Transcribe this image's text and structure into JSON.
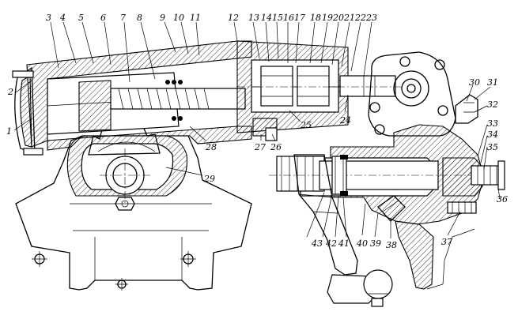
{
  "callouts": [
    {
      "id": "1",
      "text": "1"
    },
    {
      "id": "2",
      "text": "2"
    },
    {
      "id": "3",
      "text": "3"
    },
    {
      "id": "4",
      "text": "4"
    },
    {
      "id": "5",
      "text": "5"
    },
    {
      "id": "6",
      "text": "6"
    },
    {
      "id": "7",
      "text": "7"
    },
    {
      "id": "8",
      "text": "8"
    },
    {
      "id": "9",
      "text": "9"
    },
    {
      "id": "10",
      "text": "10"
    },
    {
      "id": "11",
      "text": "11"
    },
    {
      "id": "12",
      "text": "12"
    },
    {
      "id": "13",
      "text": "13"
    },
    {
      "id": "14",
      "text": "14"
    },
    {
      "id": "15",
      "text": "15"
    },
    {
      "id": "16",
      "text": "16"
    },
    {
      "id": "17",
      "text": "17"
    },
    {
      "id": "18",
      "text": "18"
    },
    {
      "id": "19",
      "text": "19"
    },
    {
      "id": "20",
      "text": "20"
    },
    {
      "id": "21",
      "text": "21"
    },
    {
      "id": "22",
      "text": "22"
    },
    {
      "id": "23",
      "text": "23"
    },
    {
      "id": "24",
      "text": "24"
    },
    {
      "id": "25",
      "text": "25"
    },
    {
      "id": "26",
      "text": "26"
    },
    {
      "id": "27",
      "text": "27"
    },
    {
      "id": "28",
      "text": "28"
    },
    {
      "id": "29",
      "text": "29"
    },
    {
      "id": "30",
      "text": "30"
    },
    {
      "id": "31",
      "text": "31"
    },
    {
      "id": "32",
      "text": "32"
    },
    {
      "id": "33",
      "text": "33"
    },
    {
      "id": "34",
      "text": "34"
    },
    {
      "id": "35",
      "text": "35"
    },
    {
      "id": "36",
      "text": "36"
    },
    {
      "id": "37",
      "text": "37"
    },
    {
      "id": "38",
      "text": "38"
    },
    {
      "id": "39",
      "text": "39"
    },
    {
      "id": "40",
      "text": "40"
    },
    {
      "id": "41",
      "text": "41"
    },
    {
      "id": "42",
      "text": "42"
    },
    {
      "id": "43",
      "text": "43"
    }
  ]
}
